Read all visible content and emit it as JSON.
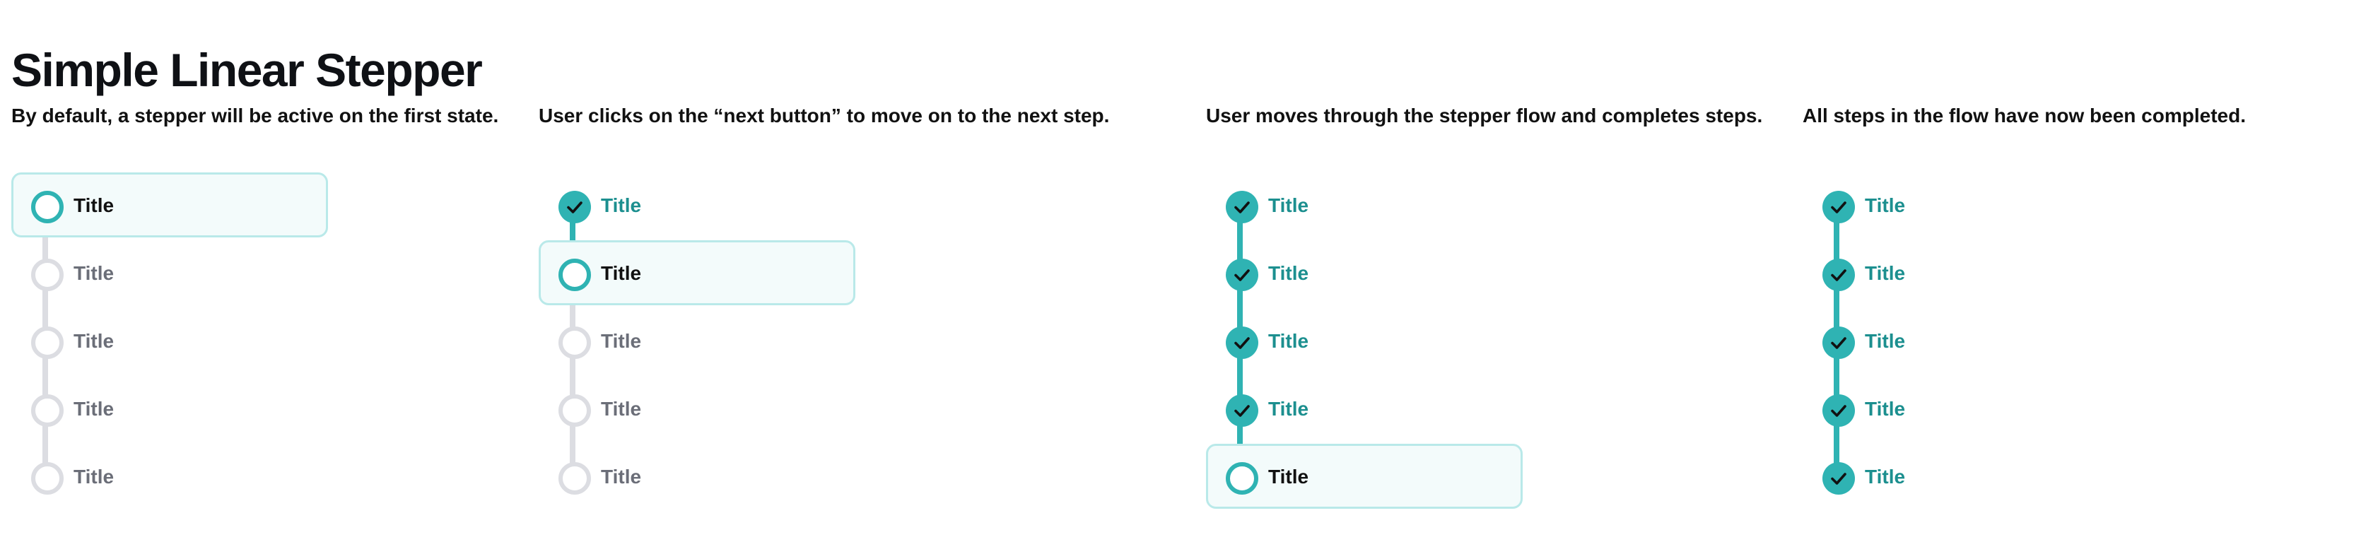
{
  "title": "Simple Linear Stepper",
  "colors": {
    "accent": "#2fb3b3",
    "accent_text": "#1c8f8f",
    "active_border": "#b9e9e9",
    "active_fill": "#f3fbfb",
    "inactive": "#dcdde2",
    "inactive_text": "#6b6e78"
  },
  "columns": [
    {
      "description": "By default, a stepper will be active on the first state.",
      "steps": [
        {
          "label": "Title",
          "state": "active"
        },
        {
          "label": "Title",
          "state": "todo"
        },
        {
          "label": "Title",
          "state": "todo"
        },
        {
          "label": "Title",
          "state": "todo"
        },
        {
          "label": "Title",
          "state": "todo"
        }
      ]
    },
    {
      "description": "User clicks on the “next button” to move on to the next step.",
      "steps": [
        {
          "label": "Title",
          "state": "done"
        },
        {
          "label": "Title",
          "state": "active"
        },
        {
          "label": "Title",
          "state": "todo"
        },
        {
          "label": "Title",
          "state": "todo"
        },
        {
          "label": "Title",
          "state": "todo"
        }
      ]
    },
    {
      "description": "User moves through the stepper flow and completes steps.",
      "steps": [
        {
          "label": "Title",
          "state": "done"
        },
        {
          "label": "Title",
          "state": "done"
        },
        {
          "label": "Title",
          "state": "done"
        },
        {
          "label": "Title",
          "state": "done"
        },
        {
          "label": "Title",
          "state": "active"
        }
      ]
    },
    {
      "description": "All steps in the flow have now been completed.",
      "steps": [
        {
          "label": "Title",
          "state": "done"
        },
        {
          "label": "Title",
          "state": "done"
        },
        {
          "label": "Title",
          "state": "done"
        },
        {
          "label": "Title",
          "state": "done"
        },
        {
          "label": "Title",
          "state": "done"
        }
      ]
    }
  ]
}
